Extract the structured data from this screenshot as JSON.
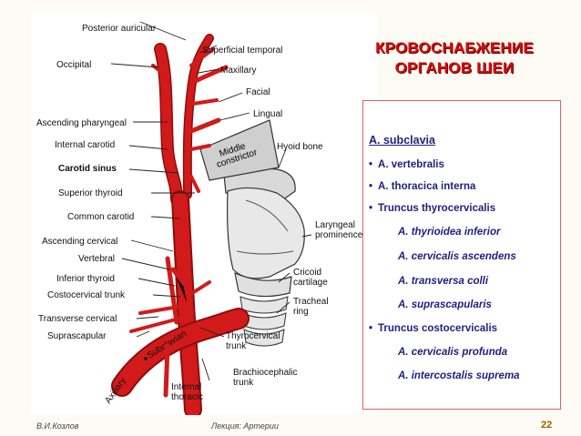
{
  "title": {
    "line1": "КРОВОСНАБЖЕНИЕ",
    "line2": "ОРГАНОВ ШЕИ"
  },
  "panel": {
    "heading": "A. subclavia",
    "items": [
      {
        "text": "A. vertebralis",
        "level": 1
      },
      {
        "text": "A. thoracica interna",
        "level": 1
      },
      {
        "text": "Truncus thyrocervicalis",
        "level": 1
      },
      {
        "text": "A. thyrioidea inferior",
        "level": 2
      },
      {
        "text": "A. cervicalis ascendens",
        "level": 2
      },
      {
        "text": "A. transversa colli",
        "level": 2
      },
      {
        "text": "A. suprascapularis",
        "level": 2
      },
      {
        "text": "Truncus costocervicalis",
        "level": 1
      },
      {
        "text": "A. cervicalis profunda",
        "level": 2
      },
      {
        "text": "A. intercostalis suprema",
        "level": 2
      }
    ],
    "bullet": "•"
  },
  "figure_labels": {
    "posterior_auricular": "Posterior auricular",
    "occipital": "Occipital",
    "superficial_temporal": "Superficial temporal",
    "maxillary": "Maxillary",
    "facial": "Facial",
    "lingual": "Lingual",
    "ascending_pharyngeal": "Ascending pharyngeal",
    "internal_carotid": "Internal carotid",
    "middle_constrictor": "Middle constrictor",
    "hyoid_bone": "Hyoid bone",
    "carotid_sinus": "Carotid sinus",
    "superior_thyroid": "Superior thyroid",
    "common_carotid": "Common carotid",
    "laryngeal_prominence": "Laryngeal prominence",
    "ascending_cervical": "Ascending cervical",
    "vertebral": "Vertebral",
    "inferior_thyroid": "Inferior thyroid",
    "costocervical_trunk": "Costocervical trunk",
    "cricoid_cartilage": "Cricoid cartilage",
    "tracheal_ring": "Tracheal ring",
    "transverse_cervical": "Transverse cervical",
    "suprascapular": "Suprascapular",
    "thyrocervical_trunk": "Thyrocervical trunk",
    "subclavian": "Subclavian",
    "axillary": "Axillary",
    "internal_thoracic": "Internal thoracic",
    "brachiocephalic_trunk": "Brachiocephalic trunk"
  },
  "footer": {
    "author": "В.И.Козлов",
    "lecture": "Лекция: Артерии",
    "page": "22"
  },
  "colors": {
    "artery": "#d21a1a",
    "title": "#cc1010",
    "text_blue": "#1f1f80"
  }
}
